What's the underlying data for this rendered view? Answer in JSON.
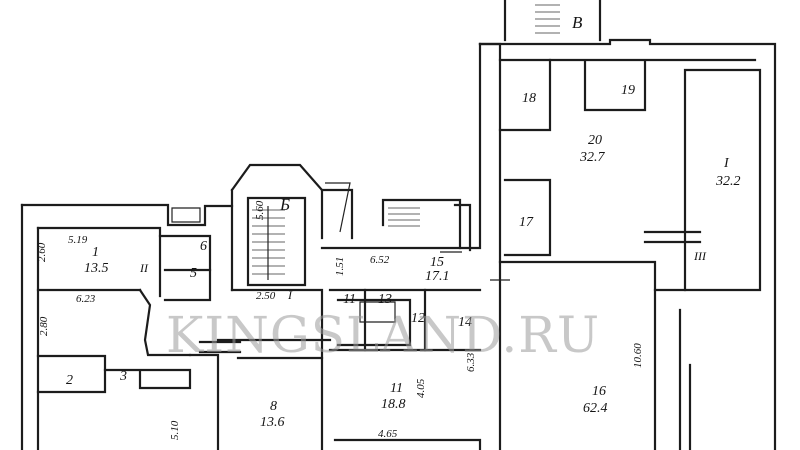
{
  "watermark": "KINGSLAND.RU",
  "rooms": [
    {
      "id": "r1",
      "number": "1",
      "area": "13.5"
    },
    {
      "id": "r2",
      "number": "2"
    },
    {
      "id": "r3",
      "number": "3"
    },
    {
      "id": "r5",
      "number": "5"
    },
    {
      "id": "r6",
      "number": "6"
    },
    {
      "id": "r8",
      "number": "8",
      "area": "13.6"
    },
    {
      "id": "r11",
      "number": "11",
      "area": "18.8"
    },
    {
      "id": "r11a",
      "number": "11"
    },
    {
      "id": "r12",
      "number": "12"
    },
    {
      "id": "r13",
      "number": "13"
    },
    {
      "id": "r14",
      "number": "14"
    },
    {
      "id": "r15",
      "number": "15",
      "area": "17.1"
    },
    {
      "id": "r16",
      "number": "16",
      "area": "62.4"
    },
    {
      "id": "r17",
      "number": "17"
    },
    {
      "id": "r18",
      "number": "18"
    },
    {
      "id": "r19",
      "number": "19"
    },
    {
      "id": "r20",
      "number": "20",
      "area": "32.7"
    },
    {
      "id": "rI",
      "number": "I",
      "area": "32.2"
    }
  ],
  "dimensions": [
    "5.19",
    "2.60",
    "6.23",
    "2.80",
    "5.60",
    "2.50",
    "1.51",
    "6.52",
    "4.05",
    "6.33",
    "4.65",
    "10.60",
    "5.10"
  ],
  "section_marks": [
    "Б",
    "В",
    "I",
    "II",
    "III"
  ]
}
